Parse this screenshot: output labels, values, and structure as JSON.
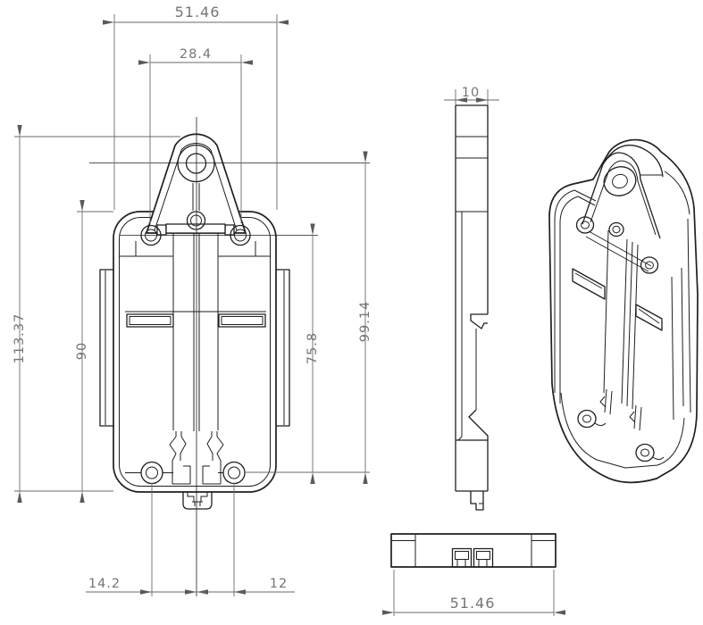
{
  "drawing": {
    "views": {
      "front": {
        "dims": {
          "overall_width": "51.46",
          "top_hole_spacing": "28.4",
          "overall_height": "113.37",
          "body_height": "90",
          "hole_rows_spacing": "75.8",
          "ear_hole_to_bottom_holes": "99.14",
          "bottom_left_span": "14.2",
          "bottom_right_span": "12"
        }
      },
      "side": {
        "dims": {
          "thickness": "10"
        }
      },
      "bottom": {
        "dims": {
          "overall_width": "51.46"
        }
      }
    },
    "colors": {
      "background": "#ffffff",
      "geometry_line": "#1f1f1f",
      "dimension_line": "#6a6a6a",
      "dimension_text": "#757575"
    }
  }
}
